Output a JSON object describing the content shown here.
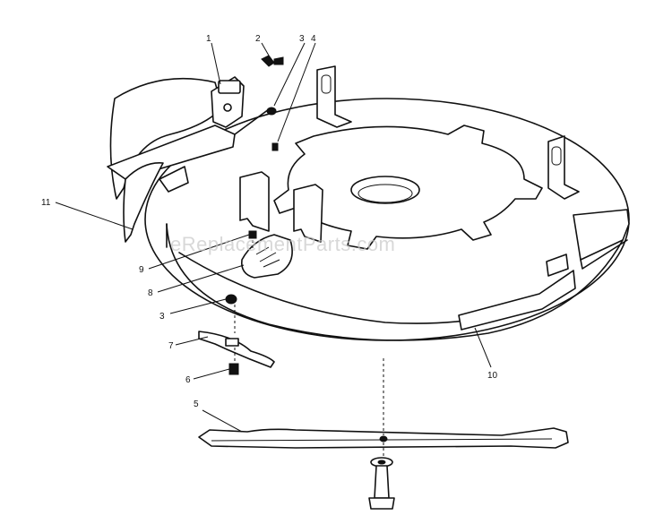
{
  "watermark": "eReplacementParts.com",
  "callouts": {
    "c1": "1",
    "c2": "2",
    "c3a": "3",
    "c4": "4",
    "c11": "11",
    "c9": "9",
    "c8": "8",
    "c3b": "3",
    "c7": "7",
    "c6": "6",
    "c5": "5",
    "c10": "10"
  }
}
